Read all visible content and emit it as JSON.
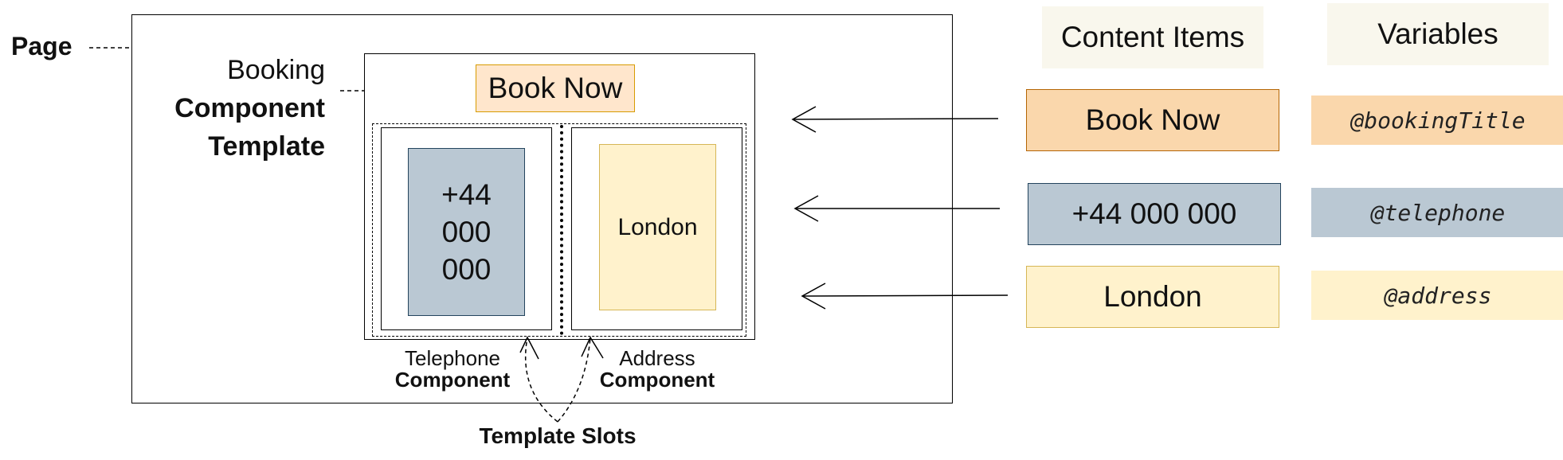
{
  "page_label": "Page",
  "booking": {
    "label_line1": "Booking",
    "label_line2": "Component",
    "label_line3": "Template",
    "title": "Book Now"
  },
  "telephone_slot": {
    "value_line1": "+44",
    "value_line2": "000",
    "value_line3": "000",
    "label_line1": "Telephone",
    "label_line2": "Component"
  },
  "address_slot": {
    "value": "London",
    "label_line1": "Address",
    "label_line2": "Component"
  },
  "template_slots_label": "Template Slots",
  "content_items": {
    "header": "Content Items",
    "items": [
      "Book Now",
      "+44 000 000",
      "London"
    ]
  },
  "variables": {
    "header": "Variables",
    "items": [
      "@bookingTitle",
      "@telephone",
      "@address"
    ]
  },
  "colors": {
    "orange_fill": "#fad7ac",
    "orange_border": "#b46504",
    "orange_light": "#ffe6cc",
    "blue_fill": "#bac8d3",
    "blue_border": "#23445d",
    "yellow_fill": "#fff2cc",
    "yellow_border": "#d6b656",
    "cream": "#f9f7ed"
  }
}
